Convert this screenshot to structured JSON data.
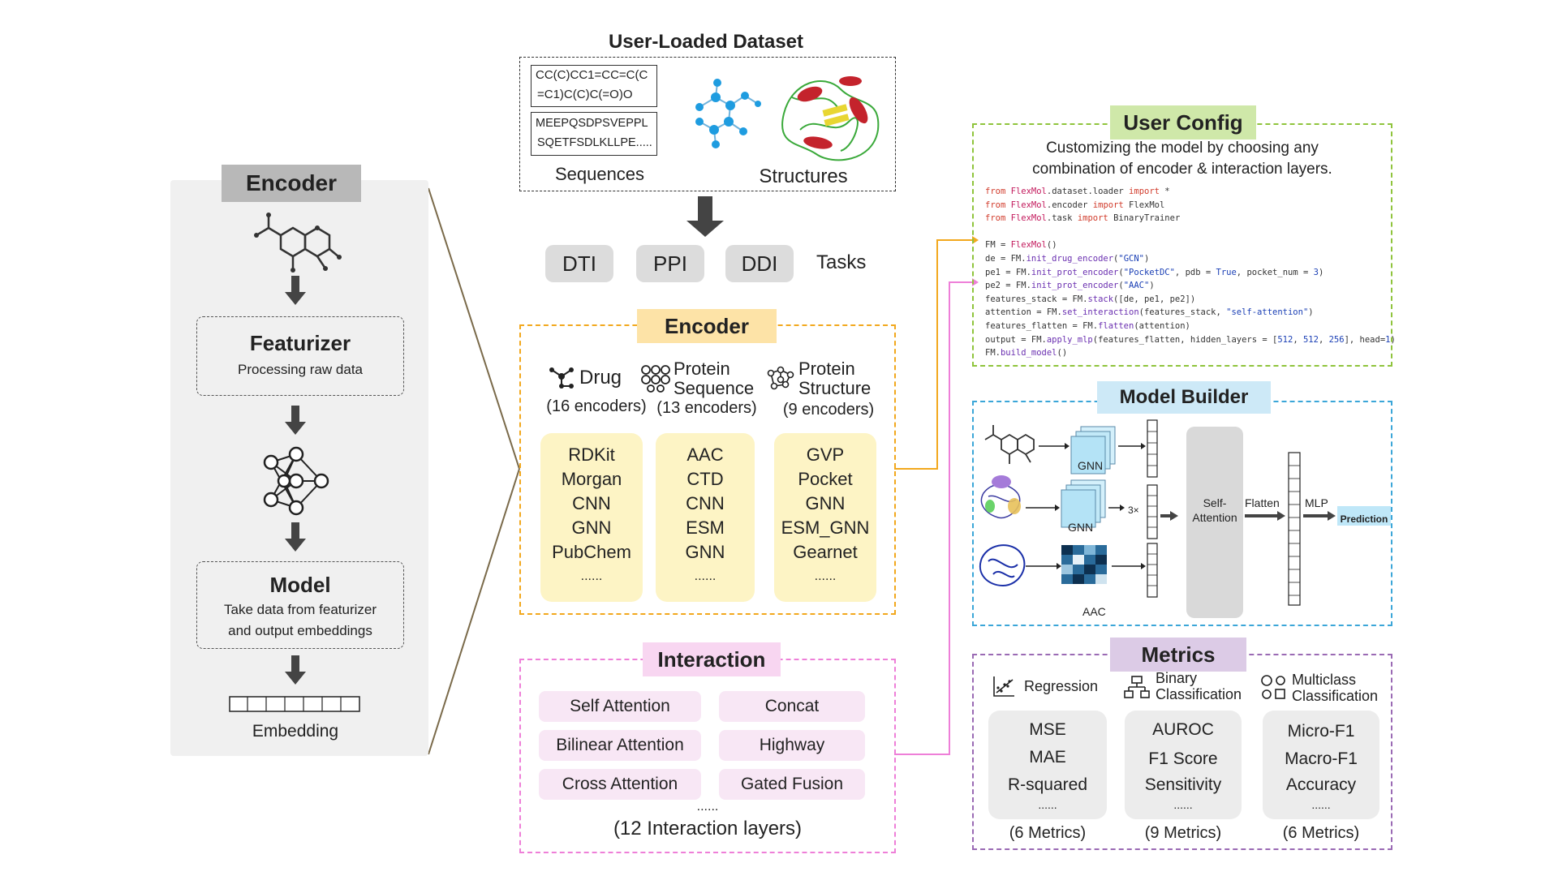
{
  "left_panel": {
    "title": "Encoder",
    "featurizer_title": "Featurizer",
    "featurizer_desc": "Processing raw data",
    "model_title": "Model",
    "model_desc_1": "Take data from featurizer",
    "model_desc_2": "and output embeddings",
    "embedding_label": "Embedding"
  },
  "dataset": {
    "title": "User-Loaded Dataset",
    "smiles_line1": "CC(C)CC1=CC=C(C",
    "smiles_line2": "=C1)C(C)C(=O)O",
    "seq_line1": "MEEPQSDPSVEPPL",
    "seq_line2": "SQETFSDLKLLPE.....",
    "sequences_label": "Sequences",
    "structures_label": "Structures"
  },
  "tasks": {
    "items": [
      "DTI",
      "PPI",
      "DDI"
    ],
    "label": "Tasks"
  },
  "encoder": {
    "title": "Encoder",
    "drug_label": "Drug",
    "drug_count": "(16 encoders)",
    "protein_seq_label_1": "Protein",
    "protein_seq_label_2": "Sequence",
    "protein_seq_count": "(13 encoders)",
    "protein_struct_label_1": "Protein",
    "protein_struct_label_2": "Structure",
    "protein_struct_count": "(9 encoders)",
    "drug_items": [
      "RDKit",
      "Morgan",
      "CNN",
      "GNN",
      "PubChem",
      "......"
    ],
    "seq_items": [
      "AAC",
      "CTD",
      "CNN",
      "ESM",
      "GNN",
      "......"
    ],
    "struct_items": [
      "GVP",
      "Pocket",
      "GNN",
      "ESM_GNN",
      "Gearnet",
      "......"
    ]
  },
  "interaction": {
    "title": "Interaction",
    "chips": [
      "Self Attention",
      "Concat",
      "Bilinear Attention",
      "Highway",
      "Cross Attention",
      "Gated Fusion"
    ],
    "ellipsis": "......",
    "count": "(12 Interaction layers)"
  },
  "user_config": {
    "title": "User Config",
    "desc_1": "Customizing the model by choosing any",
    "desc_2": "combination of encoder & interaction layers."
  },
  "model_builder": {
    "title": "Model Builder",
    "gnn_1": "GNN",
    "gnn_2": "GNN",
    "aac": "AAC",
    "times3": "3×",
    "self_attention_1": "Self-",
    "self_attention_2": "Attention",
    "flatten": "Flatten",
    "mlp": "MLP",
    "prediction": "Prediction"
  },
  "metrics": {
    "title": "Metrics",
    "regression_label": "Regression",
    "binary_label_1": "Binary",
    "binary_label_2": "Classification",
    "multi_label_1": "Multiclass",
    "multi_label_2": "Classification",
    "regression_items": [
      "MSE",
      "MAE",
      "R-squared",
      "......"
    ],
    "binary_items": [
      "AUROC",
      "F1 Score",
      "Sensitivity",
      "......"
    ],
    "multi_items": [
      "Micro-F1",
      "Macro-F1",
      "Accuracy",
      "......"
    ],
    "regression_count": "(6 Metrics)",
    "binary_count": "(9 Metrics)",
    "multi_count": "(6 Metrics)"
  },
  "colors": {
    "encoder_accent": "#f2a81d",
    "encoder_tag": "#fde3a7",
    "interaction_accent": "#ee7fd8",
    "interaction_tag": "#f8d6f1",
    "config_accent": "#8fc43c",
    "config_tag": "#cfe8a9",
    "builder_accent": "#3ba6d8",
    "builder_tag": "#cde9f7",
    "metrics_accent": "#9a6ab4",
    "metrics_tag": "#dccbe6",
    "left_panel_bg": "#f0f0f0",
    "left_tag_bg": "#b8b8b8"
  }
}
